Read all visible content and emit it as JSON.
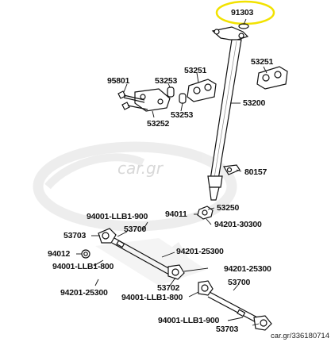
{
  "diagram": {
    "highlight_color": "#f2e200",
    "watermark_text": "car.gr",
    "reference_text": "car.gr/336180714",
    "part_labels": {
      "p91303": "91303",
      "p53251a": "53251",
      "p53251b": "53251",
      "p95801": "95801",
      "p53253a": "53253",
      "p53200": "53200",
      "p53253b": "53253",
      "p53252": "53252",
      "p80157": "80157",
      "p53250": "53250",
      "p94011": "94011",
      "p94001_900a": "94001-LLB1-900",
      "p94201_30300": "94201-30300",
      "p53700a": "53700",
      "p53703a": "53703",
      "p94201_25300a": "94201-25300",
      "p94012": "94012",
      "p94201_25300b": "94201-25300",
      "p94001_800a": "94001-LLB1-800",
      "p53700b": "53700",
      "p53702": "53702",
      "p94201_25300c": "94201-25300",
      "p94001_800b": "94001-LLB1-800",
      "p94001_900b": "94001-LLB1-900",
      "p53703b": "53703"
    }
  }
}
